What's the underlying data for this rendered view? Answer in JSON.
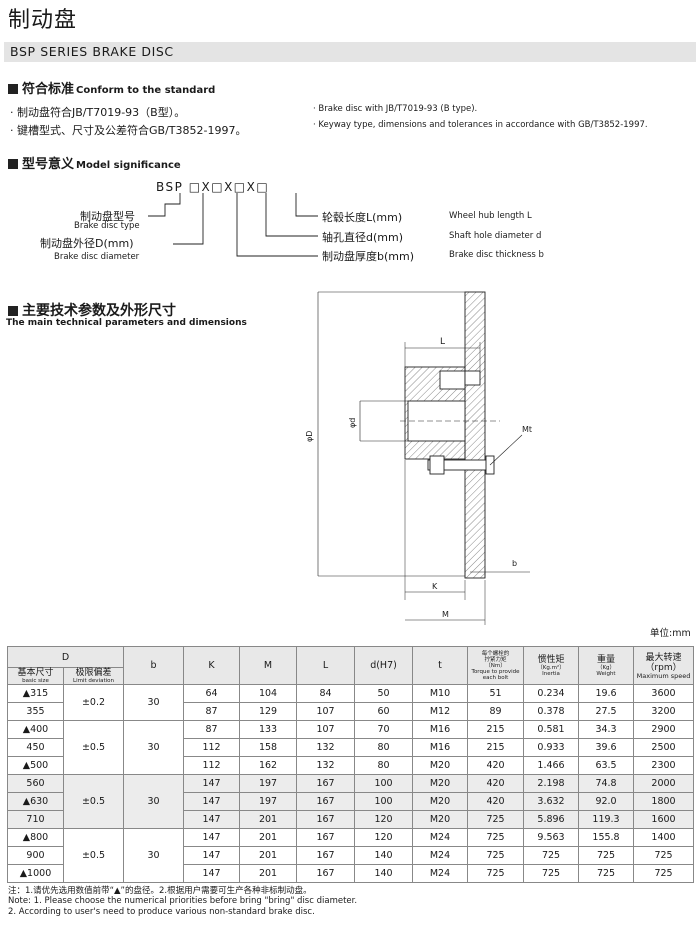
{
  "header": {
    "title_cn": "制动盘",
    "title_en": "BSP SERIES BRAKE DISC"
  },
  "standard": {
    "heading_cn": "符合标准",
    "heading_en": "Conform to the standard",
    "items_cn": [
      "· 制动盘符合JB/T7019-93（B型）。",
      "· 键槽型式、尺寸及公差符合GB/T3852-1997。"
    ],
    "items_en": [
      "· Brake disc with JB/T7019-93 (B type).",
      "· Keyway type, dimensions and tolerances in accordance with GB/T3852-1997."
    ]
  },
  "model": {
    "heading_cn": "型号意义",
    "heading_en": "Model significance",
    "code": "BSP □X□X□X□",
    "left_labels": [
      {
        "cn": "制动盘型号",
        "en": "Brake disc type"
      },
      {
        "cn": "制动盘外径D(mm)",
        "en": "Brake disc diameter"
      }
    ],
    "right_labels": [
      {
        "cn": "轮毂长度L(mm)",
        "en": "Wheel hub length L"
      },
      {
        "cn": "轴孔直径d(mm)",
        "en": "Shaft hole diameter d"
      },
      {
        "cn": "制动盘厚度b(mm)",
        "en": "Brake disc thickness b"
      }
    ]
  },
  "params": {
    "heading_cn": "主要技术参数及外形尺寸",
    "heading_en": "The main technical parameters and dimensions"
  },
  "drawing": {
    "labels": {
      "L": "L",
      "phiD": "φD",
      "phid": "φd",
      "Mt": "Mt",
      "b": "b",
      "K": "K",
      "M": "M"
    }
  },
  "unit": "单位:mm",
  "table": {
    "head": {
      "D": "D",
      "basic_cn": "基本尺寸",
      "basic_en": "basic size",
      "dev_cn": "极限偏差",
      "dev_en": "Limit deviation",
      "b": "b",
      "K": "K",
      "M": "M",
      "L": "L",
      "d": "d(H7)",
      "t": "t",
      "torque_cn": "每个螺栓的",
      "torque_cn2": "拧紧力矩",
      "torque_unit": "（Nm）",
      "torque_en": "Torque to provide",
      "torque_en2": "each bolt",
      "inertia_cn": "惯性矩",
      "inertia_unit": "（Kg.m²）",
      "inertia_en": "Inertia",
      "weight_cn": "重量",
      "weight_unit": "（Kg）",
      "weight_en": "Weight",
      "speed_cn": "最大转速",
      "speed_unit": "（rpm）",
      "speed_en": "Maximum speed"
    },
    "groups": [
      {
        "dev": "±0.2",
        "b": "30",
        "rows": [
          [
            "▲315",
            "64",
            "104",
            "84",
            "50",
            "M10",
            "51",
            "0.234",
            "19.6",
            "3600"
          ],
          [
            "355",
            "87",
            "129",
            "107",
            "60",
            "M12",
            "89",
            "0.378",
            "27.5",
            "3200"
          ]
        ]
      },
      {
        "dev": "±0.5",
        "b": "30",
        "rows": [
          [
            "▲400",
            "87",
            "133",
            "107",
            "70",
            "M16",
            "215",
            "0.581",
            "34.3",
            "2900"
          ],
          [
            "450",
            "112",
            "158",
            "132",
            "80",
            "M16",
            "215",
            "0.933",
            "39.6",
            "2500"
          ],
          [
            "▲500",
            "112",
            "162",
            "132",
            "80",
            "M20",
            "420",
            "1.466",
            "63.5",
            "2300"
          ]
        ]
      },
      {
        "dev": "±0.5",
        "b": "30",
        "rows": [
          [
            "560",
            "147",
            "197",
            "167",
            "100",
            "M20",
            "420",
            "2.198",
            "74.8",
            "2000"
          ],
          [
            "▲630",
            "147",
            "197",
            "167",
            "100",
            "M20",
            "420",
            "3.632",
            "92.0",
            "1800"
          ],
          [
            "710",
            "147",
            "201",
            "167",
            "120",
            "M20",
            "725",
            "5.896",
            "119.3",
            "1600"
          ]
        ]
      },
      {
        "dev": "±0.5",
        "b": "30",
        "rows": [
          [
            "▲800",
            "147",
            "201",
            "167",
            "120",
            "M24",
            "725",
            "9.563",
            "155.8",
            "1400"
          ],
          [
            "900",
            "147",
            "201",
            "167",
            "140",
            "M24",
            "725",
            "725",
            "725",
            "725"
          ],
          [
            "▲1000",
            "147",
            "201",
            "167",
            "140",
            "M24",
            "725",
            "725",
            "725",
            "725"
          ]
        ]
      }
    ]
  },
  "notes": [
    "注：1.请优先选用数值前带“▲”的盘径。2.根据用户需要可生产各种非标制动盘。",
    "Note: 1. Please choose the numerical priorities before bring \"bring\" disc diameter.",
    "2. According to user's need to produce various non-standard brake disc."
  ]
}
